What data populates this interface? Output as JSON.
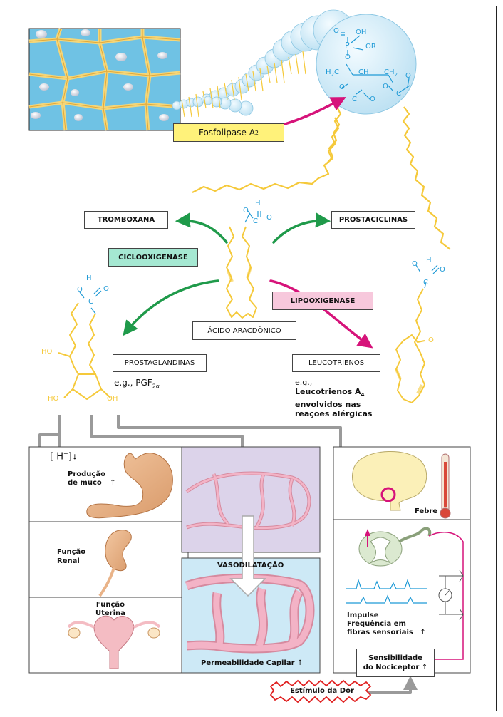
{
  "enzyme_phospholipase": "Fosfolipase A",
  "enzyme_phospholipase_sub": "2",
  "phosphate_oh": "OH",
  "phosphate_p": "P",
  "phosphate_or": "OR",
  "phosphate_o1": "O",
  "phosphate_o2": "O",
  "glycerol_h2c": "H",
  "glycerol_h2c_sub": "2",
  "glycerol_c": "C",
  "glycerol_ch": "CH",
  "glycerol_ch2": "CH",
  "glycerol_ch2_sub": "2",
  "ester_o1": "O",
  "ester_c1": "C",
  "ester_o2": "O",
  "ester_o3": "O",
  "ester_c2": "C",
  "ester_o4": "O",
  "thromboxane": "TROMBOXANA",
  "prostacyclins": "PROSTACICLINAS",
  "cyclooxygenase": "CICLOOXIGENASE",
  "lipoxygenase": "LIPOOXIGENASE",
  "arachidonic_acid": "ÁCIDO ARACDÔNICO",
  "aa_o": "O",
  "aa_h": "H",
  "aa_c": "C",
  "aa_o2": "O",
  "pg_o": "O",
  "pg_h": "H",
  "pg_c": "C",
  "pg_o2": "O",
  "pg_ho1": "HO",
  "pg_ho2": "HO",
  "pg_oh": "OH",
  "prostaglandins": "PROSTAGLANDINAS",
  "pg_example": "e.g., PGF",
  "pg_example_sub": "2α",
  "lt_o": "O",
  "lt_h": "H",
  "lt_c": "C",
  "lt_o2": "O",
  "lt_o3": "O",
  "leukotrienes": "LEUCOTRIENOS",
  "lt_example_1": "e.g.,",
  "lt_example_2": "Leucotrienos A",
  "lt_example_2_sub": "4",
  "lt_example_3": "envolvidos nas",
  "lt_example_4": "reações alérgicas",
  "h_plus": "[ H",
  "h_plus_sup": "+",
  "h_plus_end": "]",
  "h_plus_arrow": "↓",
  "mucus_1": "Produção",
  "mucus_2": "de muco",
  "mucus_arrow": "↑",
  "renal_1": "Função",
  "renal_2": "Renal",
  "uterine_1": "Função",
  "uterine_2": "Uterina",
  "vasodilation": "VASODILATAÇÃO",
  "capillary": "Permeabilidade Capilar",
  "capillary_arrow": "↑",
  "fever": "Febre",
  "impulse_1": "Impulse",
  "impulse_2": "Frequência em",
  "impulse_3": "fibras sensoriais",
  "impulse_arrow": "↑",
  "nociceptor_1": "Sensibilidade",
  "nociceptor_2": "do Nociceptor",
  "nociceptor_arrow": "↑",
  "pain_stimulus": "Estímulo da Dor",
  "colors": {
    "yellow_chain": "#f5c93a",
    "blue_atoms": "#1f9ad6",
    "sphere": "#d3ecf7",
    "green_arrow": "#1f9a4a",
    "magenta_arrow": "#d6137a",
    "cyclo_box": "#a5e8d2",
    "lipo_box": "#f7c8dc",
    "phospho_box": "#fff27a",
    "stomach": "#e9b388",
    "vessel": "#f3b3c6",
    "lilac_panel": "#dcd3ea",
    "blue_panel": "#cde9f6",
    "gray_arrow": "#9a9a9a"
  }
}
